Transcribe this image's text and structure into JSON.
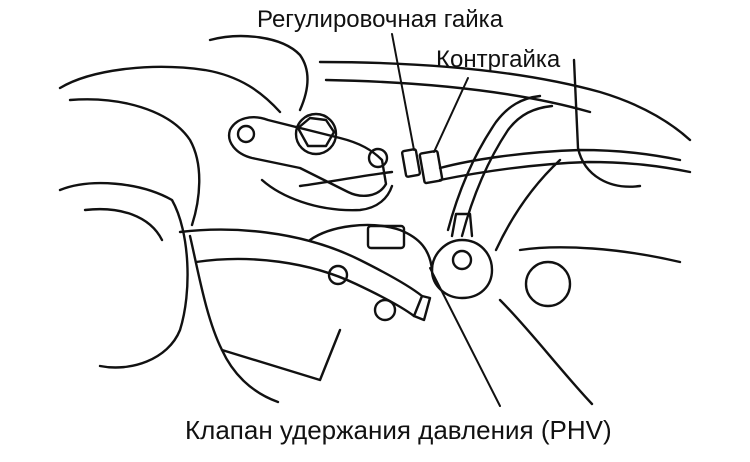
{
  "labels": {
    "adjusting_nut": "Регулировочная гайка",
    "lock_nut": "Контргайка",
    "valve": "Клапан удержания давления (PHV)"
  }
}
